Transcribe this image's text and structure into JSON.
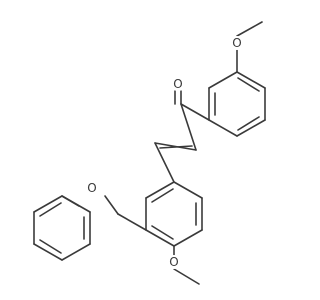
{
  "molecule": {
    "atom_labels": {
      "top_methoxy_oxygen": "O",
      "carbonyl_oxygen": "O",
      "ether_oxygen": "O",
      "bottom_methoxy_oxygen": "O"
    }
  }
}
